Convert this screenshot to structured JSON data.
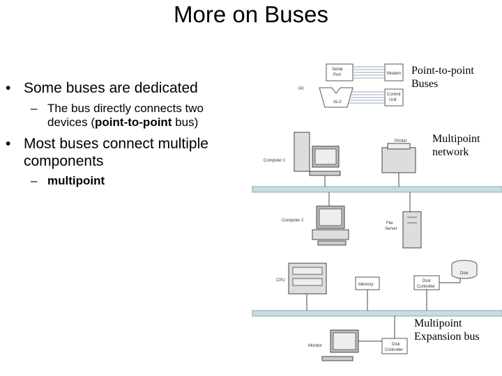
{
  "slide": {
    "title": "More on Buses",
    "bullets": [
      {
        "text": "Some buses are dedicated"
      },
      {
        "sub": [
          "The bus directly connects two",
          "devices (",
          "point-to-point",
          " bus)"
        ]
      },
      {
        "text1": "Most buses connect multiple",
        "text2": "components"
      },
      {
        "sub_bold": "multipoint"
      }
    ]
  },
  "figure": {
    "labels": {
      "p2p": [
        "Point-to-point",
        "Buses"
      ],
      "mp_network": [
        "Multipoint",
        "network"
      ],
      "mp_expansion": [
        "Multipoint",
        "Expansion bus"
      ]
    },
    "part_a": {
      "tag": "(a)",
      "serial_port": [
        "Serial",
        "Port"
      ],
      "modem": "Modem",
      "control_unit": [
        "Control",
        "Unit"
      ],
      "alu": "ALU"
    },
    "network": {
      "computer1": "Computer 1",
      "printer": "Printer",
      "computer2": "Computer 2",
      "file_server": [
        "File",
        "Server"
      ]
    },
    "expansion": {
      "cpu": "CPU",
      "memory": "Memory",
      "disk_controller": [
        "Disk",
        "Controller"
      ],
      "disk": "Disk",
      "monitor": "Monitor",
      "disk_controller2": [
        "Disk",
        "Controller"
      ]
    }
  }
}
